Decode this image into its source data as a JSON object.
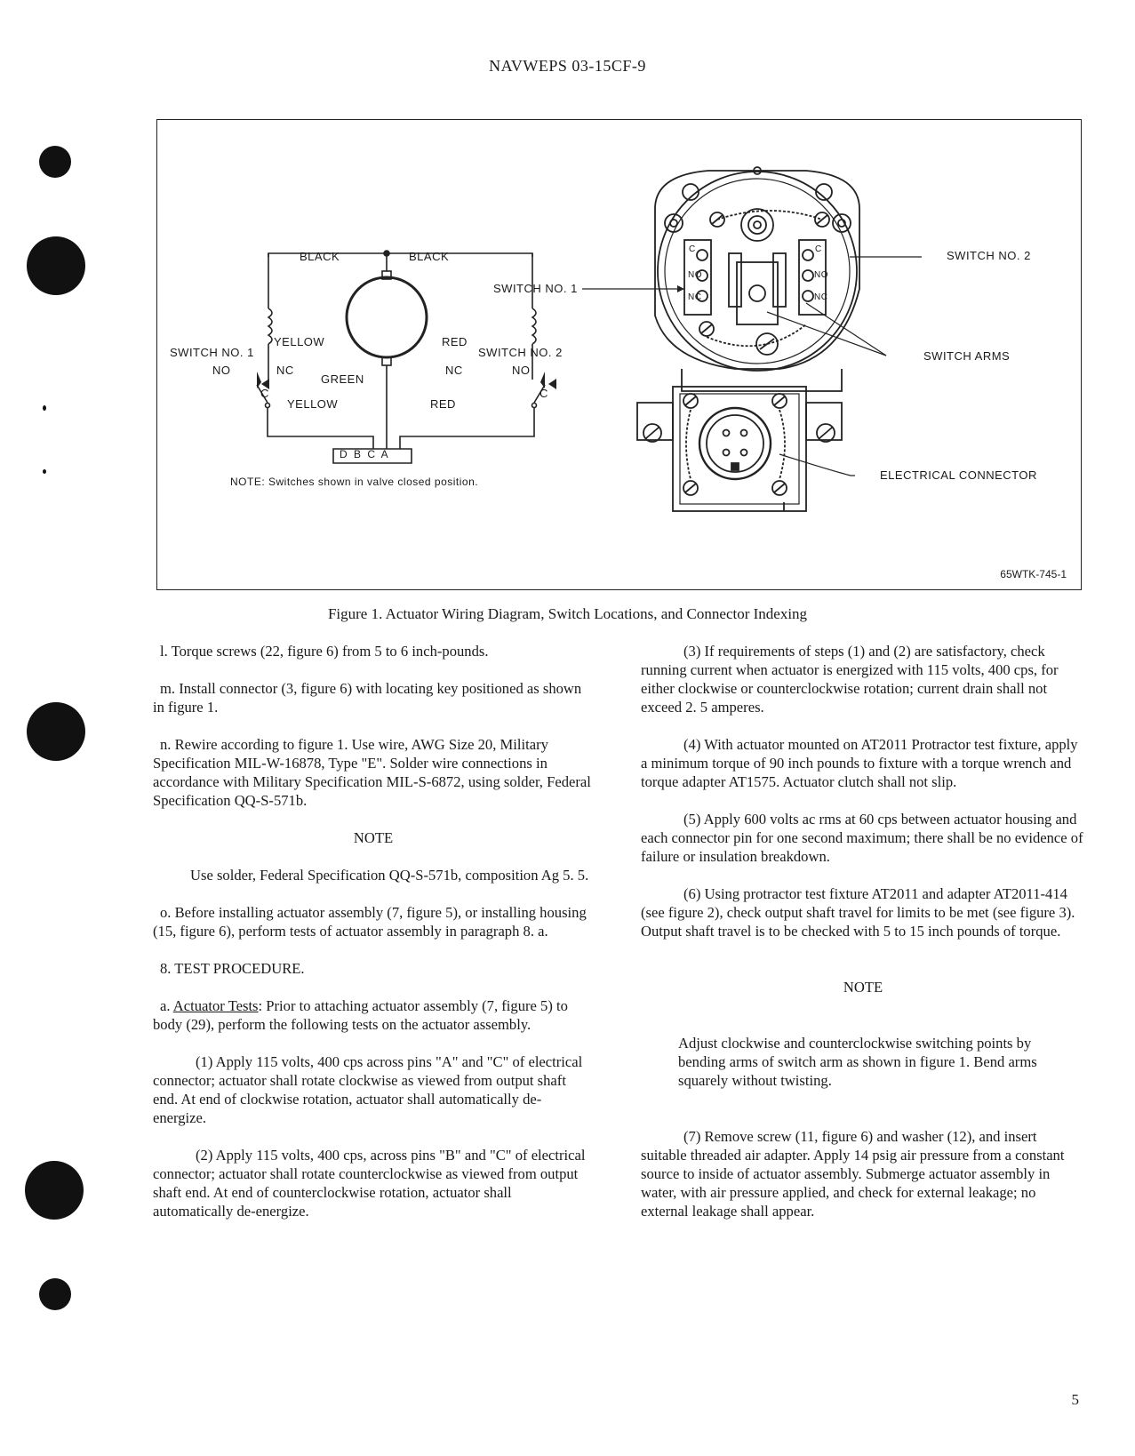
{
  "header": {
    "doc_number": "NAVWEPS 03-15CF-9"
  },
  "figure": {
    "wiring": {
      "black_left": "BLACK",
      "black_right": "BLACK",
      "switch1": "SWITCH NO. 1",
      "switch2": "SWITCH NO. 2",
      "yellow_top": "YELLOW",
      "yellow_bottom": "YELLOW",
      "red_top": "RED",
      "red_bottom": "RED",
      "green": "GREEN",
      "no_left": "NO",
      "nc_left": "NC",
      "c_left": "C",
      "nc_right": "NC",
      "no_right": "NO",
      "c_right": "C",
      "connector_pins": "D B C A",
      "note": "NOTE: Switches shown in valve closed position."
    },
    "callouts": {
      "switch1": "SWITCH NO. 1",
      "switch2": "SWITCH NO. 2",
      "switch_arms": "SWITCH ARMS",
      "electrical_connector": "ELECTRICAL CONNECTOR"
    },
    "actuator_marks": {
      "c": "C",
      "no": "NO",
      "nc": "NC"
    },
    "code": "65WTK-745-1"
  },
  "caption": "Figure 1.  Actuator Wiring Diagram, Switch Locations, and Connector Indexing",
  "left": {
    "p_l": "l.  Torque screws (22, figure 6) from 5 to 6 inch-pounds.",
    "p_m": "m.  Install connector (3, figure 6) with locating key positioned as shown in figure 1.",
    "p_n": "n.  Rewire according to figure 1.  Use wire, AWG Size 20, Military Specification MIL-W-16878, Type \"E\".  Solder wire connections in accordance with Military Specification MIL-S-6872, using solder, Federal Specification QQ-S-571b.",
    "note_heading": "NOTE",
    "note_body": "Use solder, Federal Specification QQ-S-571b, composition Ag 5. 5.",
    "p_o": "o.  Before installing actuator assembly (7, figure 5), or installing housing (15, figure 6), perform tests of actuator assembly in paragraph 8. a.",
    "section": "8.  TEST PROCEDURE.",
    "a_label": "Actuator Tests",
    "a_prefix": "a.  ",
    "a_text": ":  Prior to attaching actuator assembly (7, figure 5) to body (29), perform the following tests on the actuator assembly.",
    "step1": "(1)  Apply 115 volts, 400 cps across pins \"A\" and \"C\" of electrical connector; actuator shall rotate clockwise as viewed from output shaft end.  At end of clockwise rotation, actuator shall automatically de-energize.",
    "step2": "(2)  Apply 115 volts, 400 cps, across pins \"B\" and \"C\" of electrical connector; actuator shall rotate counterclockwise as viewed from output shaft end.  At end of counterclockwise rotation, actuator shall automatically de-energize."
  },
  "right": {
    "step3": "(3)  If requirements of steps (1) and (2) are satisfactory, check running current when actuator is energized with 115 volts, 400 cps, for either clockwise or counterclockwise rotation; current drain shall not exceed 2. 5 amperes.",
    "step4": "(4)  With actuator mounted on AT2011 Protractor test fixture, apply a minimum torque of 90 inch pounds to fixture with a torque wrench and torque adapter AT1575.  Actuator clutch shall not slip.",
    "step5": "(5)  Apply 600 volts ac rms at 60 cps between actuator housing and each connector pin for one second maximum; there shall be no evidence of failure or insulation breakdown.",
    "step6": "(6)  Using protractor test fixture AT2011 and adapter AT2011-414 (see figure 2), check output shaft travel for limits to be met (see figure 3).  Output shaft travel is to be checked with 5 to 15 inch pounds of torque.",
    "note_heading": "NOTE",
    "note_body": "Adjust clockwise and counterclockwise switching points by bending arms of switch arm as shown in figure 1.  Bend arms squarely without twisting.",
    "step7": "(7)  Remove screw (11, figure 6) and washer (12), and insert suitable threaded air adapter.  Apply 14 psig air pressure from a constant source to inside of actuator assembly.  Submerge actuator assembly in water, with air pressure applied, and check for external leakage; no external leakage shall appear."
  },
  "page_number": "5"
}
